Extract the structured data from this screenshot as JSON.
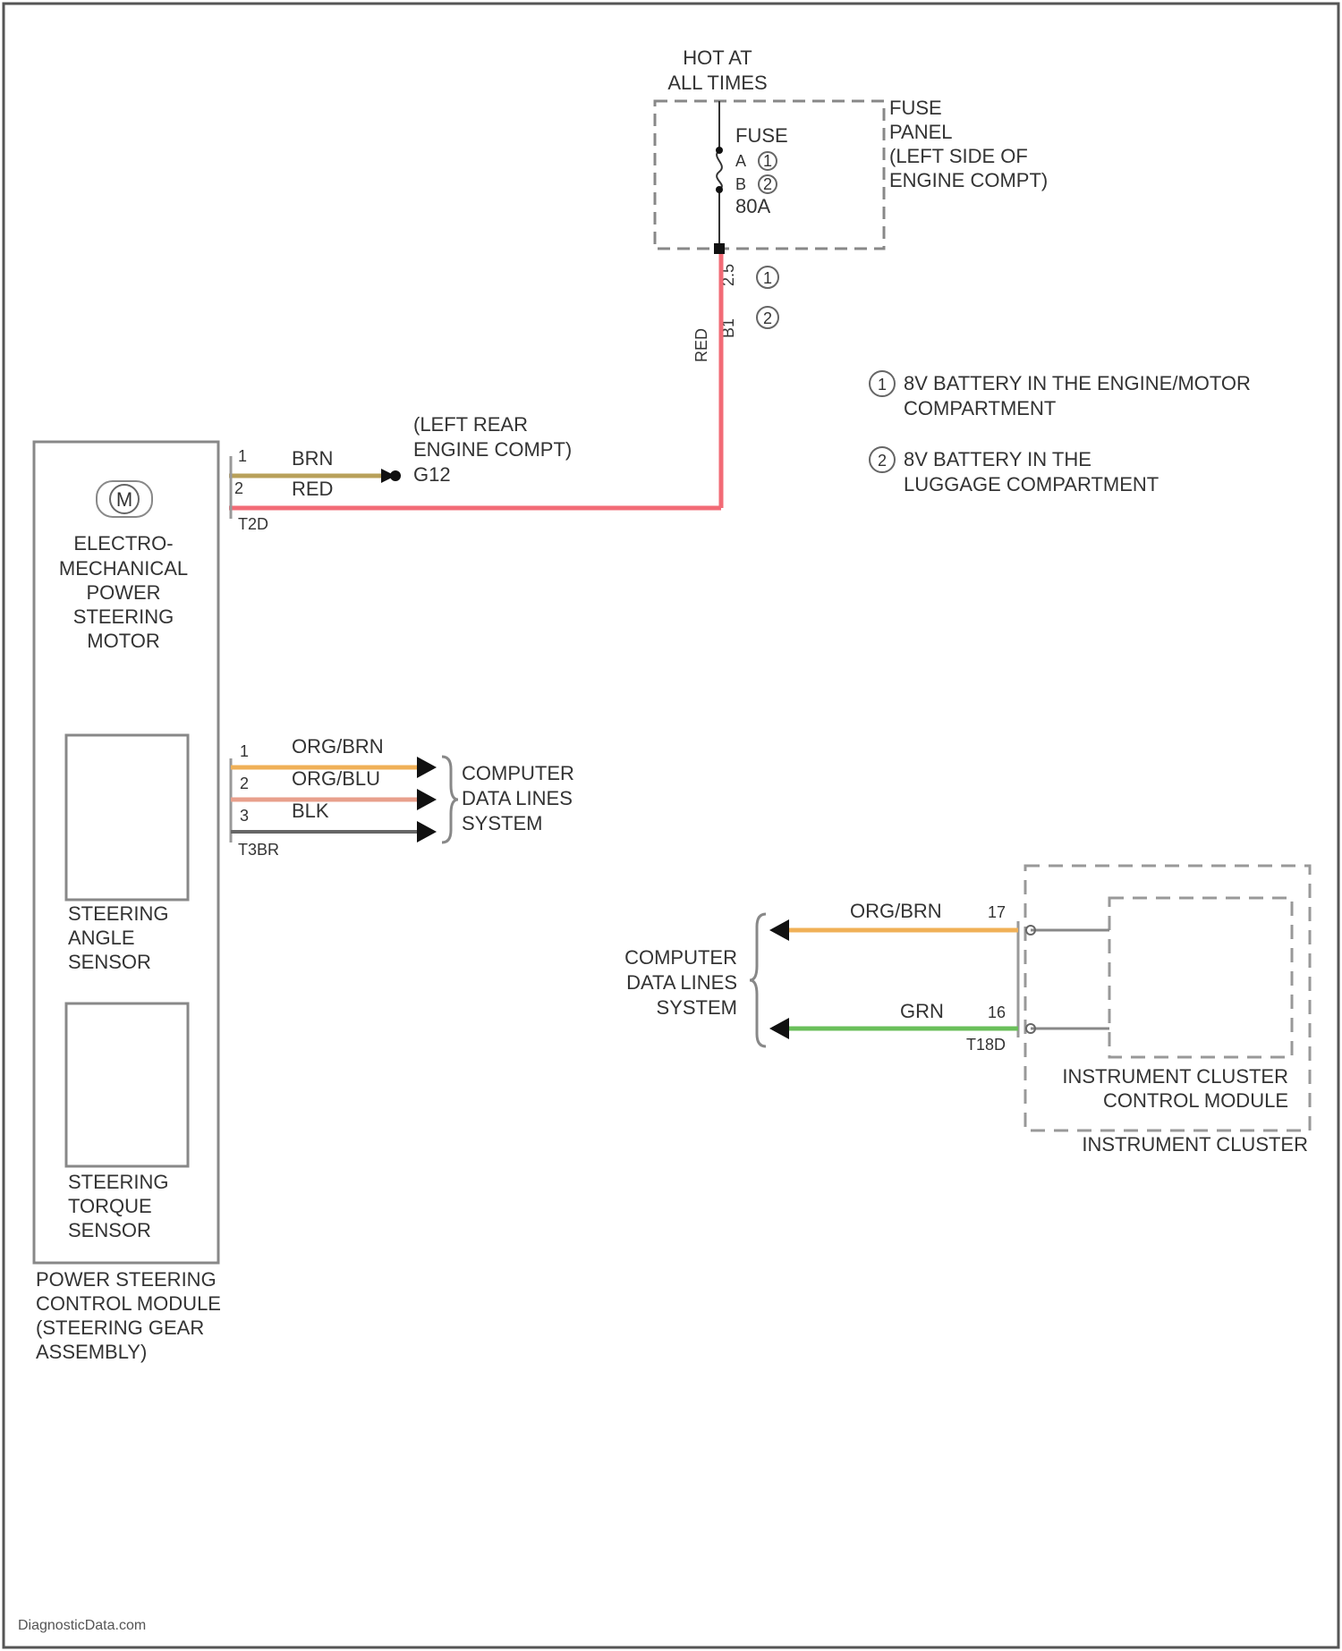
{
  "colors": {
    "red": "#f26b76",
    "brown": "#b8a05a",
    "org_brn": "#f0b057",
    "org_blu": "#e8a08c",
    "blk": "#666666",
    "grn": "#6abf5a",
    "frame": "#555555"
  },
  "fuse_panel": {
    "hot_line1": "HOT AT",
    "hot_line2": "ALL TIMES",
    "panel_line1": "FUSE",
    "panel_line2": "PANEL",
    "panel_line3": "(LEFT SIDE OF",
    "panel_line4": "ENGINE COMPT)",
    "fuse_label": "FUSE",
    "fuse_a": "A",
    "fuse_b": "B",
    "amps": "80A",
    "note1_ref": "1",
    "note2_ref": "2",
    "wire_code": "RED",
    "term_a": "2.5",
    "term_b": "B1"
  },
  "notes": {
    "note1_line1": "8V BATTERY IN THE ENGINE/MOTOR",
    "note1_line2": "COMPARTMENT",
    "note2_line1": "8V BATTERY IN THE",
    "note2_line2": "LUGGAGE COMPARTMENT"
  },
  "ground": {
    "line1": "(LEFT REAR",
    "line2": "ENGINE COMPT)",
    "id": "G12"
  },
  "power_steering": {
    "motor_symbol": "M",
    "motor_line1": "ELECTRO-",
    "motor_line2": "MECHANICAL",
    "motor_line3": "POWER",
    "motor_line4": "STEERING",
    "motor_line5": "MOTOR",
    "angle_line1": "STEERING",
    "angle_line2": "ANGLE",
    "angle_line3": "SENSOR",
    "torque_line1": "STEERING",
    "torque_line2": "TORQUE",
    "torque_line3": "SENSOR",
    "module_line1": "POWER STEERING",
    "module_line2": "CONTROL MODULE",
    "module_line3": "(STEERING GEAR",
    "module_line4": "ASSEMBLY)",
    "connector_top": "T2D",
    "connector_mid": "T3BR"
  },
  "power_wires": [
    {
      "pin": "1",
      "color_name": "BRN"
    },
    {
      "pin": "2",
      "color_name": "RED"
    }
  ],
  "data_wires_left": [
    {
      "pin": "1",
      "color_name": "ORG/BRN"
    },
    {
      "pin": "2",
      "color_name": "ORG/BLU"
    },
    {
      "pin": "3",
      "color_name": "BLK"
    }
  ],
  "cdl_left": {
    "line1": "COMPUTER",
    "line2": "DATA LINES",
    "line3": "SYSTEM"
  },
  "cdl_right": {
    "line1": "COMPUTER",
    "line2": "DATA LINES",
    "line3": "SYSTEM"
  },
  "cluster": {
    "wire1_color": "ORG/BRN",
    "wire1_pin": "17",
    "wire2_color": "GRN",
    "wire2_pin": "16",
    "connector": "T18D",
    "module_line1": "INSTRUMENT CLUSTER",
    "module_line2": "CONTROL MODULE",
    "outer_label": "INSTRUMENT CLUSTER"
  },
  "watermark": "DiagnosticData.com"
}
